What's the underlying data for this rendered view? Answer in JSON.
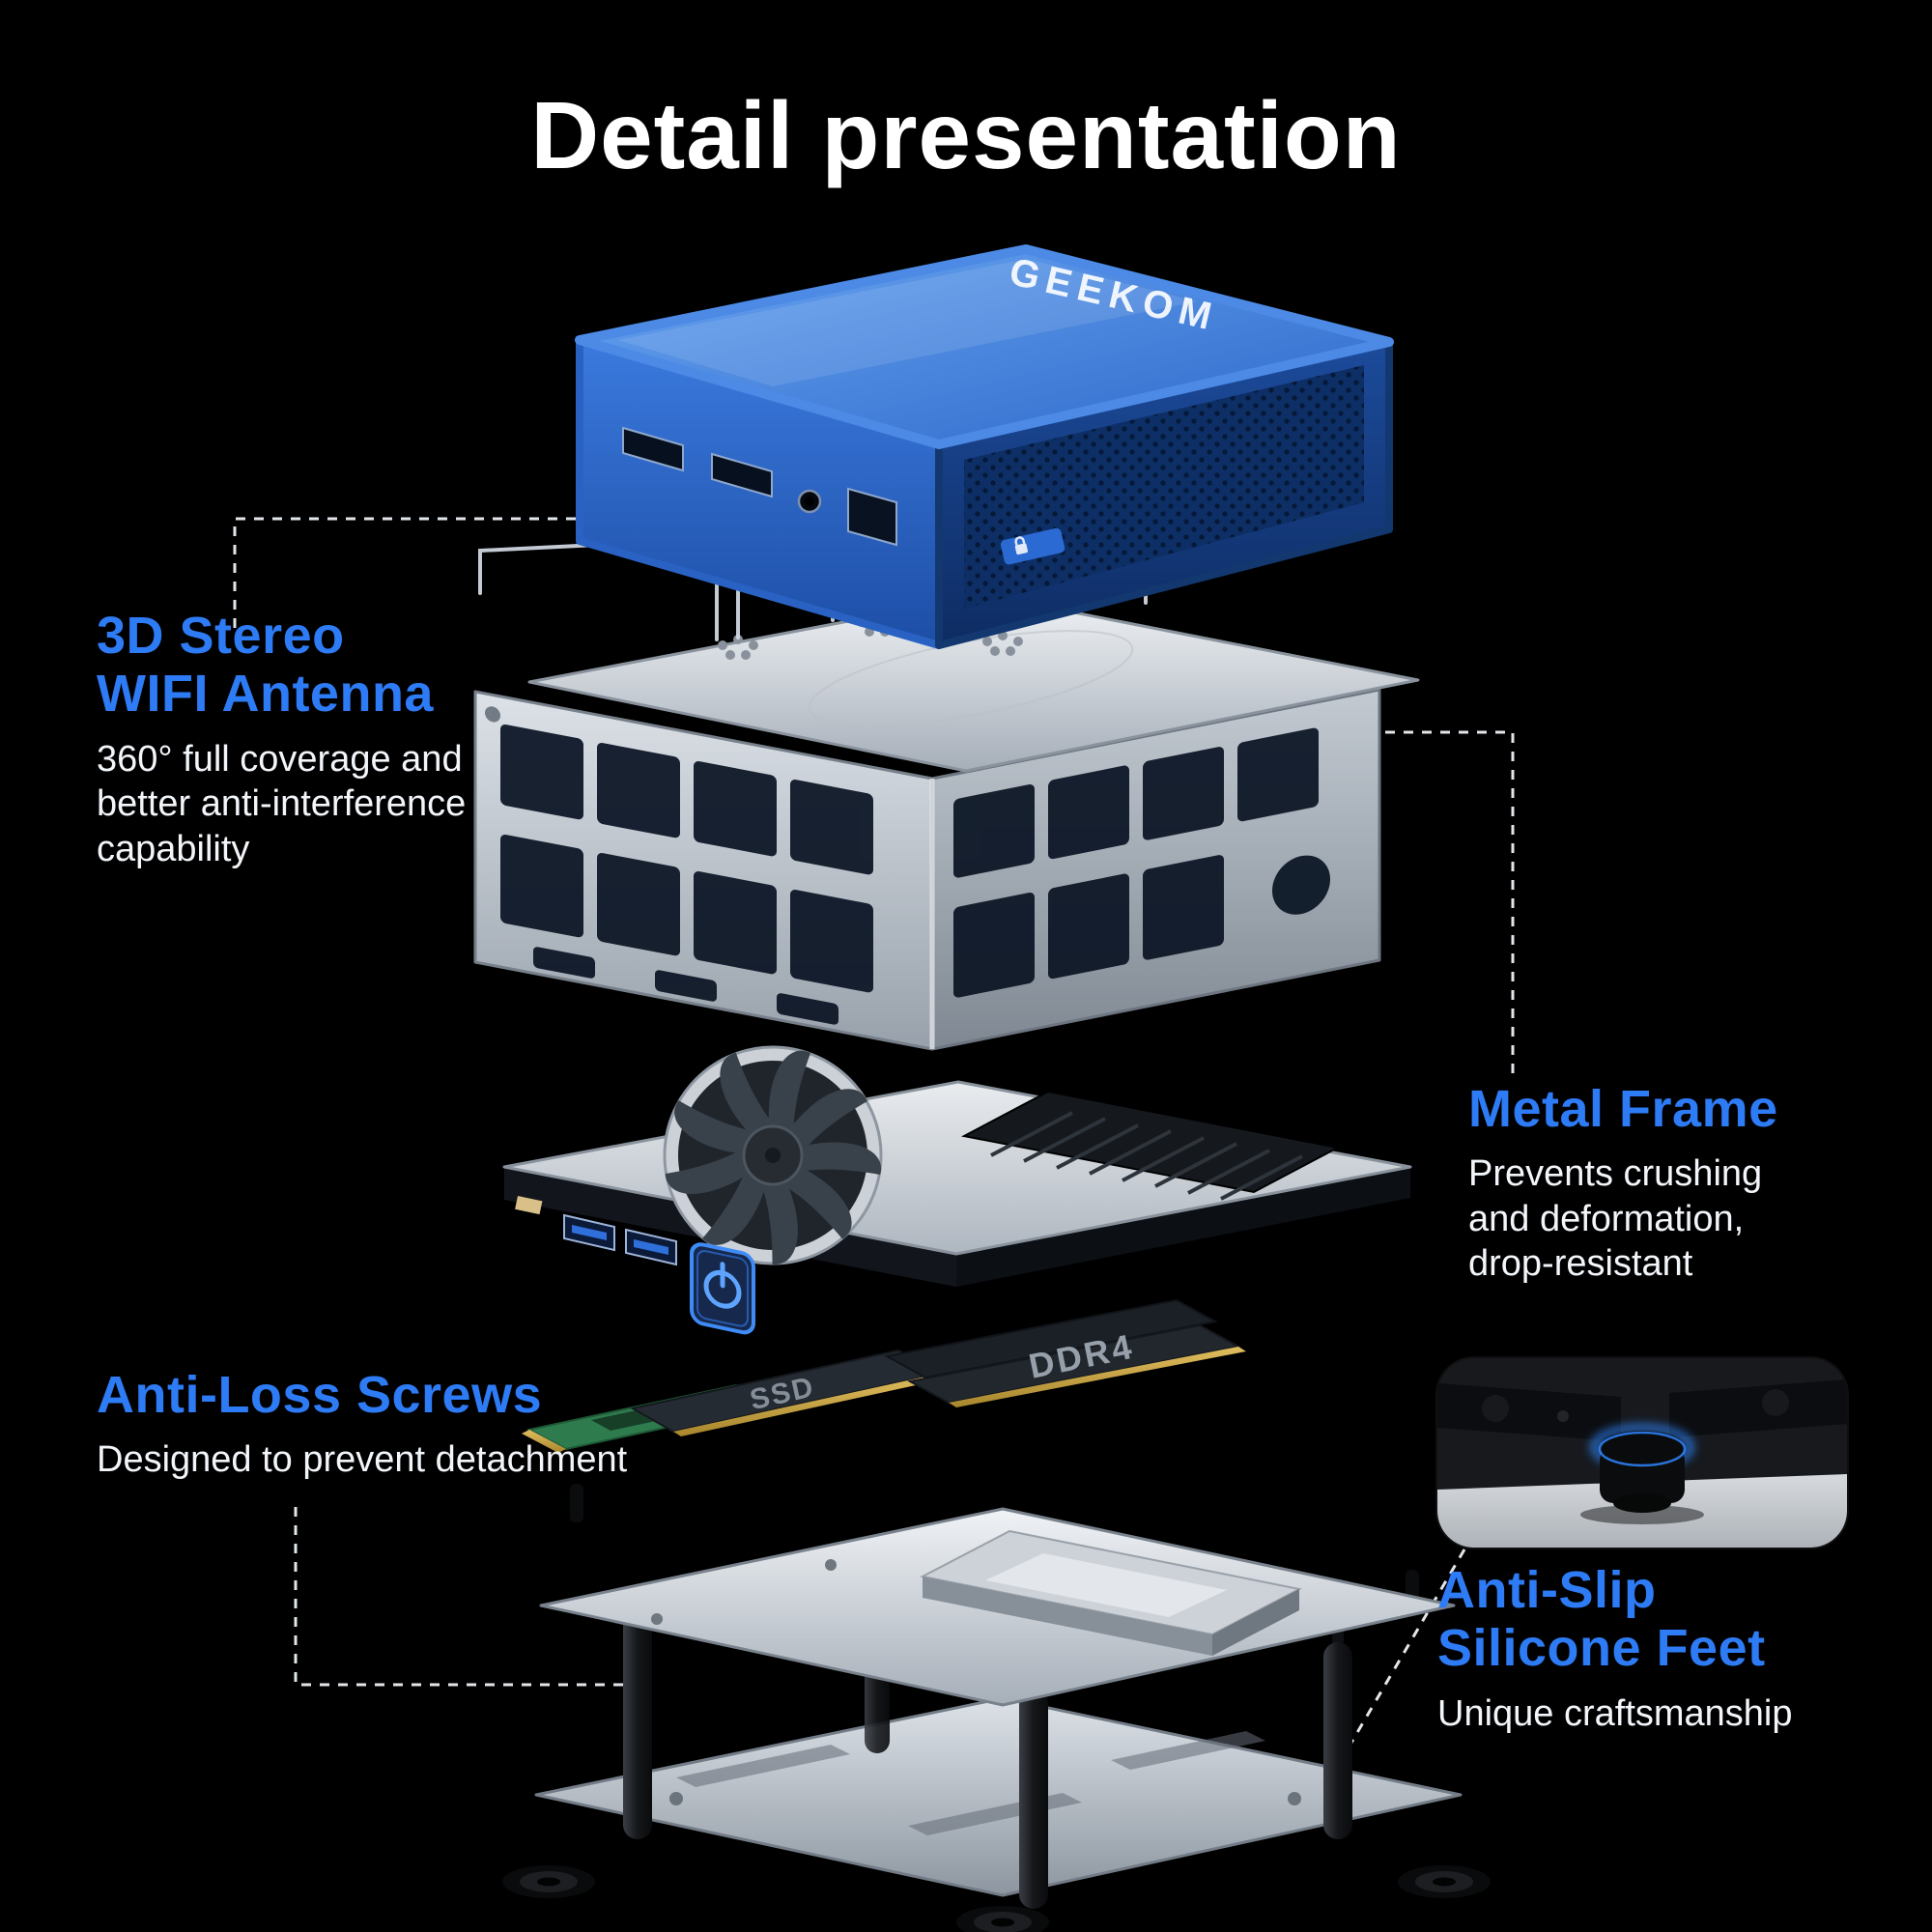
{
  "page": {
    "title": "Detail presentation"
  },
  "device": {
    "brand": "GEEKOM",
    "ssd_label": "SSD",
    "ram_label": "DDR4"
  },
  "annotations": {
    "wifi": {
      "heading1": "3D Stereo",
      "heading2": "WIFI Antenna",
      "body1": "360° full coverage and",
      "body2": "better anti-interference",
      "body3": "capability"
    },
    "frame": {
      "heading": "Metal Frame",
      "body1": "Prevents crushing",
      "body2": "and deformation,",
      "body3": "drop-resistant"
    },
    "screws": {
      "heading": "Anti-Loss Screws",
      "body": "Designed to prevent detachment"
    },
    "feet": {
      "heading1": "Anti-Slip",
      "heading2": "Silicone Feet",
      "body": "Unique craftsmanship"
    }
  },
  "colors": {
    "accent": "#2e7bf6",
    "case_blue": "#2f6fd0",
    "background_top": "#02060e",
    "background_bottom": "#0a2450"
  }
}
